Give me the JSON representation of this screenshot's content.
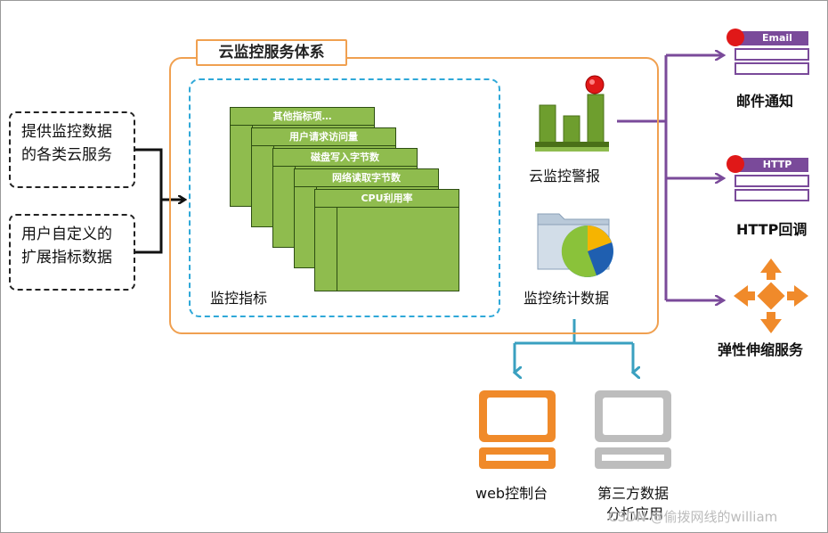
{
  "sources": {
    "provider": [
      "提供监控数据",
      "的各类云服务"
    ],
    "custom": [
      "用户自定义的",
      "扩展指标数据"
    ]
  },
  "cloud_system": {
    "title": "云监控服务体系",
    "metrics_label": "监控指标",
    "metric_cards": [
      "其他指标项…",
      "用户请求访问量",
      "磁盘写入字节数",
      "网络读取字节数",
      "CPU利用率"
    ],
    "alarm_label": "云监控警报",
    "stats_label": "监控统计数据"
  },
  "outputs": {
    "email": {
      "badge": "Email",
      "label": "邮件通知"
    },
    "http": {
      "badge": "HTTP",
      "label": "HTTP回调"
    },
    "scaling": {
      "label": "弹性伸缩服务"
    }
  },
  "consumers": {
    "web": {
      "label": "web控制台"
    },
    "third": {
      "label": [
        "第三方数据",
        "分析应用"
      ]
    }
  },
  "watermark": "CSDN @偷拨网线的william",
  "colors": {
    "orange_frame": "#f0a050",
    "blue_dashed": "#2fa8d8",
    "card_green": "#8fbc4e",
    "purple_arrow": "#7a4a9a",
    "teal_arrow": "#3aa0c0",
    "monitor_orange": "#f08a2a",
    "monitor_gray": "#bdbdbd"
  }
}
